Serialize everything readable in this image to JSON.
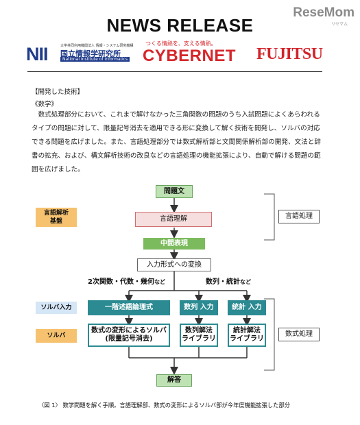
{
  "header": {
    "title": "NEWS RELEASE",
    "watermark": "ReseMom",
    "watermark_sub": "リセマム"
  },
  "logos": {
    "nii_mark": "NII",
    "nii_org_top": "大学共同利用機関法人 情報・システム研究機構",
    "nii_jp": "国立情報学研究所",
    "nii_en": "National Institute of Informatics",
    "cybernet_tagline": "つくる情熱を、支える情熱。",
    "cybernet": "CYBERNET",
    "fujitsu": "FUJITSU"
  },
  "body": {
    "section": "【開発した技術】",
    "subsection": "《数学》",
    "paragraph": "　数式処理部分において、これまで解けなかった三角関数の問題のうち入試問題によくあらわれるタイプの問題に対して、限量記号消去を適用できる形に変換して解く技術を開発し、ソルバの対応できる問題を広げました。また、言語処理部分では数式解析部と文間関係解析部の開発、文法と辞書の拡充、および、構文解析技術の改良などの言語処理の機能拡張により、自動で解ける問題の範囲を広げました。"
  },
  "diagram": {
    "problem_text": "問題文",
    "language_understanding": "言語理解",
    "intermediate": "中間表現",
    "conversion": "入力形式への変換",
    "branch_left_main": "2次関数・代数・幾何",
    "branch_left_suffix": "など",
    "branch_right_main": "数列・統計",
    "branch_right_suffix": "など",
    "left_label_1": "言語解析\n基盤",
    "left_label_2": "ソルバ入力",
    "left_label_3": "ソルバ",
    "input_1": "一階述語論理式",
    "input_2": "数列 入力",
    "input_3": "統計 入力",
    "solver_1": "数式の変形によるソルバ\n(限量記号消去)",
    "solver_2": "数列解法\nライブラリ",
    "solver_3": "統計解法\nライブラリ",
    "answer": "解答",
    "right_label_1": "言語処理",
    "right_label_2": "数式処理",
    "colors": {
      "green_light": "#bfe2b4",
      "green_bar": "#7cbb5d",
      "pink": "#f7dede",
      "teal": "#2b8a92",
      "orange": "#f6c270",
      "light_blue": "#d5e6f6"
    }
  },
  "caption": "〈図 1〉 数学問題を解く手順。言語理解部、数式の変形によるソルバ部が今年度機能拡張した部分"
}
